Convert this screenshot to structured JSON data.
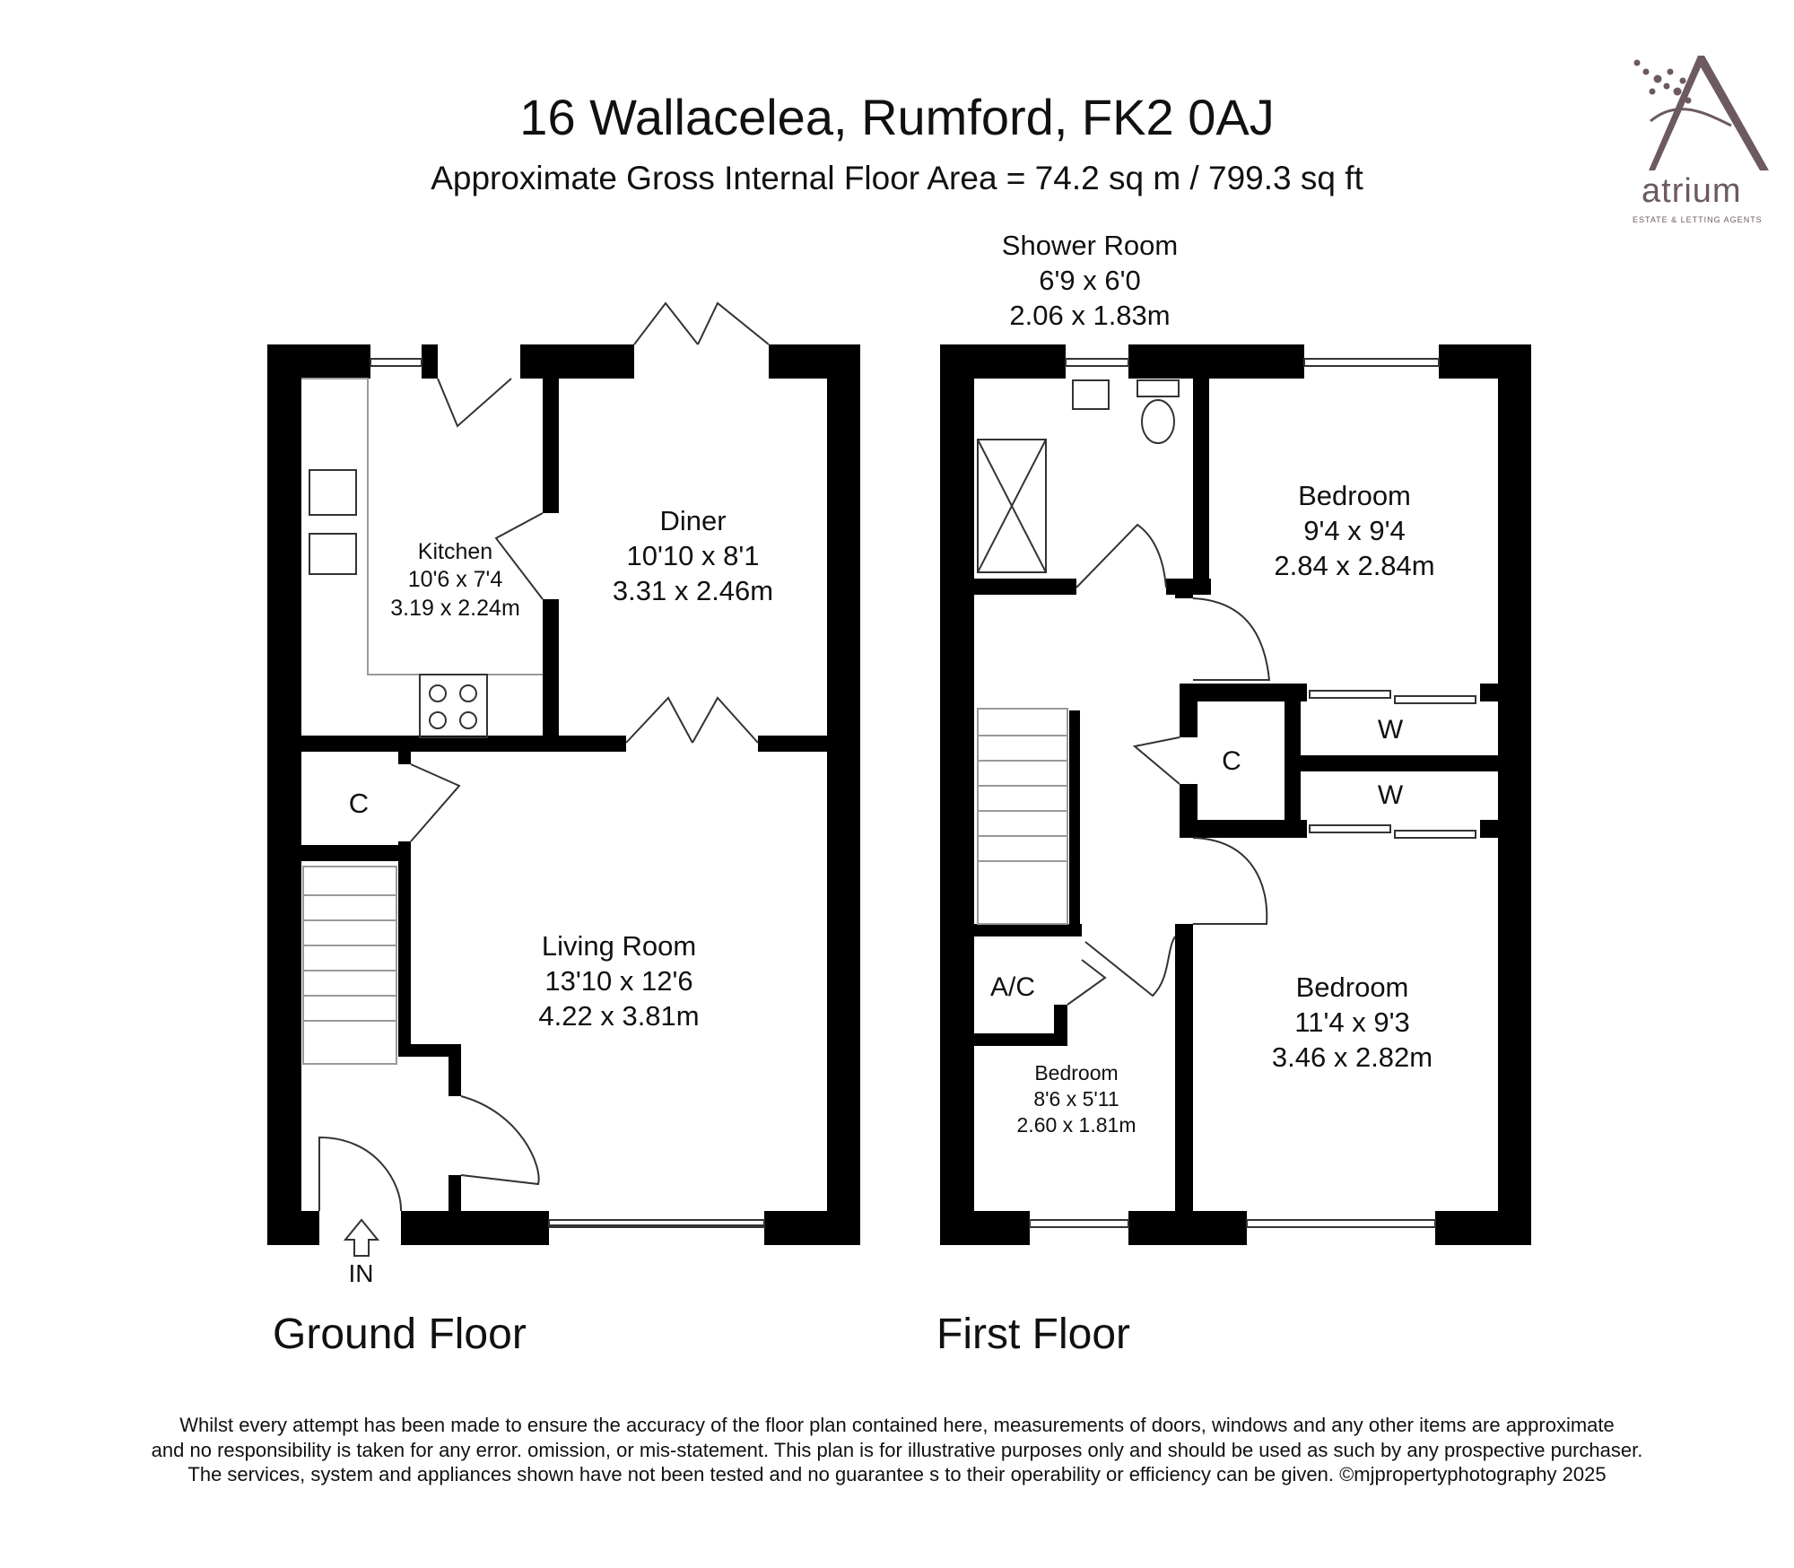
{
  "header": {
    "title": "16 Wallacelea, Rumford, FK2 0AJ",
    "subtitle": "Approximate Gross Internal Floor Area  = 74.2 sq m  / 799.3 sq ft"
  },
  "logo": {
    "name": "atrium",
    "tagline": "ESTATE & LETTING AGENTS",
    "color": "#6c5a5e"
  },
  "ground_floor": {
    "label": "Ground Floor",
    "entrance": "IN",
    "rooms": {
      "kitchen": {
        "name": "Kitchen",
        "imperial": "10'6 x 7'4",
        "metric": "3.19 x 2.24m"
      },
      "diner": {
        "name": "Diner",
        "imperial": "10'10 x 8'1",
        "metric": "3.31 x 2.46m"
      },
      "cupboard": {
        "name": "C"
      },
      "living": {
        "name": "Living Room",
        "imperial": "13'10 x 12'6",
        "metric": "4.22 x 3.81m"
      }
    }
  },
  "first_floor": {
    "label": "First Floor",
    "rooms": {
      "shower": {
        "name": "Shower Room",
        "imperial": "6'9 x 6'0",
        "metric": "2.06 x 1.83m"
      },
      "bedroom1": {
        "name": "Bedroom",
        "imperial": "9'4 x 9'4",
        "metric": "2.84 x 2.84m"
      },
      "wardrobe1": {
        "name": "W"
      },
      "wardrobe2": {
        "name": "W"
      },
      "cupboard": {
        "name": "C"
      },
      "airing": {
        "name": "A/C"
      },
      "bedroom2": {
        "name": "Bedroom",
        "imperial": "11'4 x 9'3",
        "metric": "3.46 x 2.82m"
      },
      "bedroom3": {
        "name": "Bedroom",
        "imperial": "8'6 x 5'11",
        "metric": "2.60 x 1.81m"
      }
    }
  },
  "disclaimer": {
    "line1": "Whilst every attempt has been made to ensure the accuracy of the floor plan contained here, measurements of doors, windows and any other items are approximate",
    "line2": "and no responsibility is taken for any error. omission, or mis-statement. This plan is for illustrative purposes only and should be used as such by any prospective purchaser.",
    "line3": "The services, system and appliances shown have not been  tested and no guarantee s to their operability or efficiency can be given.    ©mjpropertyphotography  2025"
  },
  "colors": {
    "wall": "#000000",
    "fixture": "#444444"
  }
}
